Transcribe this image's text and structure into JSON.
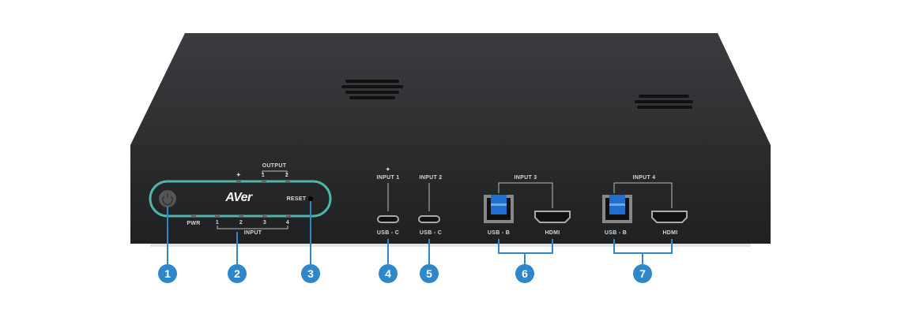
{
  "device": {
    "logo": "AVer",
    "front_panel": {
      "output_label": "OUTPUT",
      "output_numbers": [
        "1",
        "2"
      ],
      "usb_symbol": "✦",
      "reset_label": "RESET",
      "pwr_label": "PWR",
      "input_label": "INPUT",
      "input_numbers": [
        "1",
        "2",
        "3",
        "4"
      ]
    },
    "ports": [
      {
        "group": "INPUT 1",
        "symbol": "✦",
        "type": "USB - C"
      },
      {
        "group": "INPUT 2",
        "type": "USB - C"
      },
      {
        "group": "INPUT 3",
        "types": [
          "USB - B",
          "HDMI"
        ]
      },
      {
        "group": "INPUT 4",
        "types": [
          "USB - B",
          "HDMI"
        ]
      }
    ]
  },
  "callouts": [
    "1",
    "2",
    "3",
    "4",
    "5",
    "6",
    "7"
  ],
  "colors": {
    "callout": "#2f86c9",
    "ring": "#4fb5ad",
    "usb_blue": "#1e6fd0",
    "body": "#2b2d2f"
  }
}
